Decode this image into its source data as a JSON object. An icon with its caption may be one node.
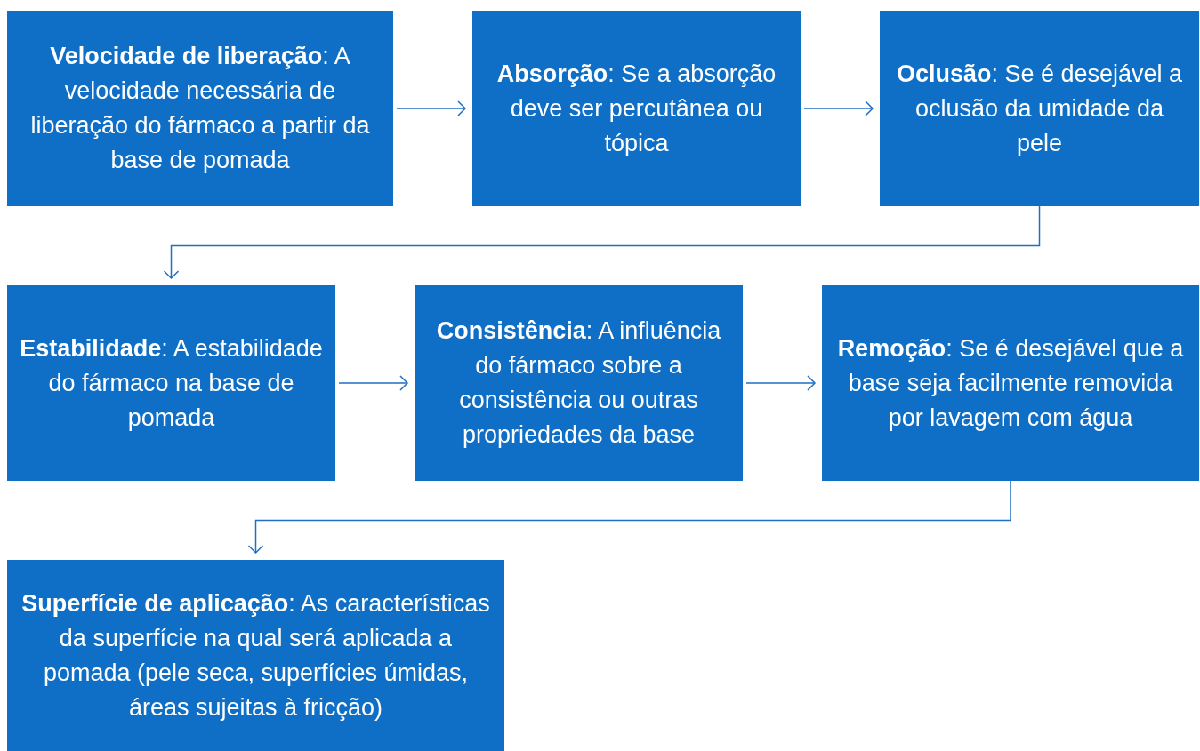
{
  "diagram": {
    "nodes": [
      {
        "text": [
          "**Velocidade de liberação**: A velocidade necessária de liberação do fármaco a partir da base de pomada"
        ]
      },
      {
        "text": [
          "**Absorção**: Se a absorção deve ser percutânea ou tópica"
        ]
      },
      {
        "text": [
          "**Oclusão**: Se é desejável a oclusão da umidade da pele"
        ]
      },
      {
        "text": [
          "**Estabilidade**: A estabilidade do fármaco na base de pomada"
        ]
      },
      {
        "text": [
          "**Consistência**: A influência do fármaco sobre a consistência ou outras propriedades da base"
        ]
      },
      {
        "text": [
          "**Remoção**: Se é desejável que a base seja facilmente removida por lavagem com água"
        ]
      },
      {
        "text": [
          "**Superfície de aplicação**: As características da superfície na qual será aplicada a pomada (pele seca, superfícies úmidas, áreas sujeitas à fricção)"
        ]
      }
    ],
    "edges": [
      {
        "from": 0,
        "to": 1,
        "arrow": "to"
      },
      {
        "from": 1,
        "to": 2,
        "arrow": "to"
      },
      {
        "from": 2,
        "to": 3,
        "arrow": "to"
      },
      {
        "from": 3,
        "to": 4,
        "arrow": "to"
      },
      {
        "from": 4,
        "to": 5,
        "arrow": "to"
      },
      {
        "from": 5,
        "to": 6,
        "arrow": "to"
      }
    ]
  }
}
